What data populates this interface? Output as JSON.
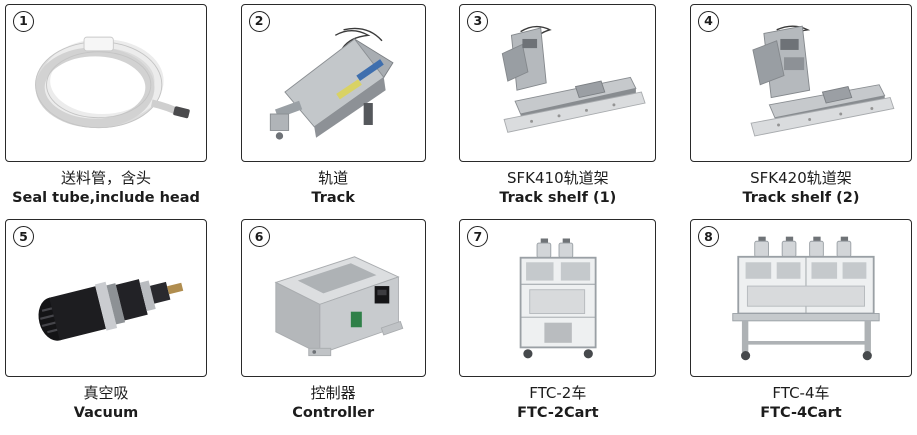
{
  "products": [
    {
      "number": "1",
      "name_cn": "送料管，含头",
      "name_en": "Seal tube,include head"
    },
    {
      "number": "2",
      "name_cn": "轨道",
      "name_en": "Track"
    },
    {
      "number": "3",
      "name_cn": "SFK410轨道架",
      "name_en": "Track shelf (1)"
    },
    {
      "number": "4",
      "name_cn": "SFK420轨道架",
      "name_en": "Track shelf (2)"
    },
    {
      "number": "5",
      "name_cn": "真空吸",
      "name_en": "Vacuum"
    },
    {
      "number": "6",
      "name_cn": "控制器",
      "name_en": "Controller"
    },
    {
      "number": "7",
      "name_cn": "FTC-2车",
      "name_en": "FTC-2Cart"
    },
    {
      "number": "8",
      "name_cn": "FTC-4车",
      "name_en": "FTC-4Cart"
    }
  ]
}
